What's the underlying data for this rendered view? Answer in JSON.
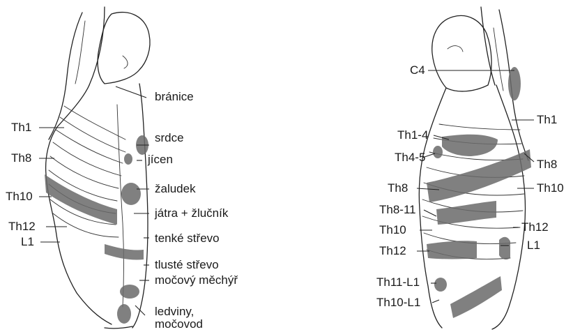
{
  "left_figure": {
    "left_labels": [
      "Th1",
      "Th8",
      "Th10",
      "Th12",
      "L1"
    ],
    "organ_labels": [
      "bránice",
      "srdce",
      "jícen",
      "žaludek",
      "játra + žlučník",
      "tenké střevo",
      "tlusté střevo",
      "močový měchýř",
      "ledviny,",
      "močovod"
    ]
  },
  "right_figure": {
    "left_labels": [
      "C4",
      "Th1-4",
      "Th4-5",
      "Th8",
      "Th8-11",
      "Th10",
      "Th12",
      "Th11-L1",
      "Th10-L1"
    ],
    "right_labels": [
      "Th1",
      "Th8",
      "Th10",
      "Th12",
      "L1"
    ]
  },
  "colors": {
    "shading": "#6a6a6a",
    "ink": "#222222",
    "background": "#ffffff"
  }
}
